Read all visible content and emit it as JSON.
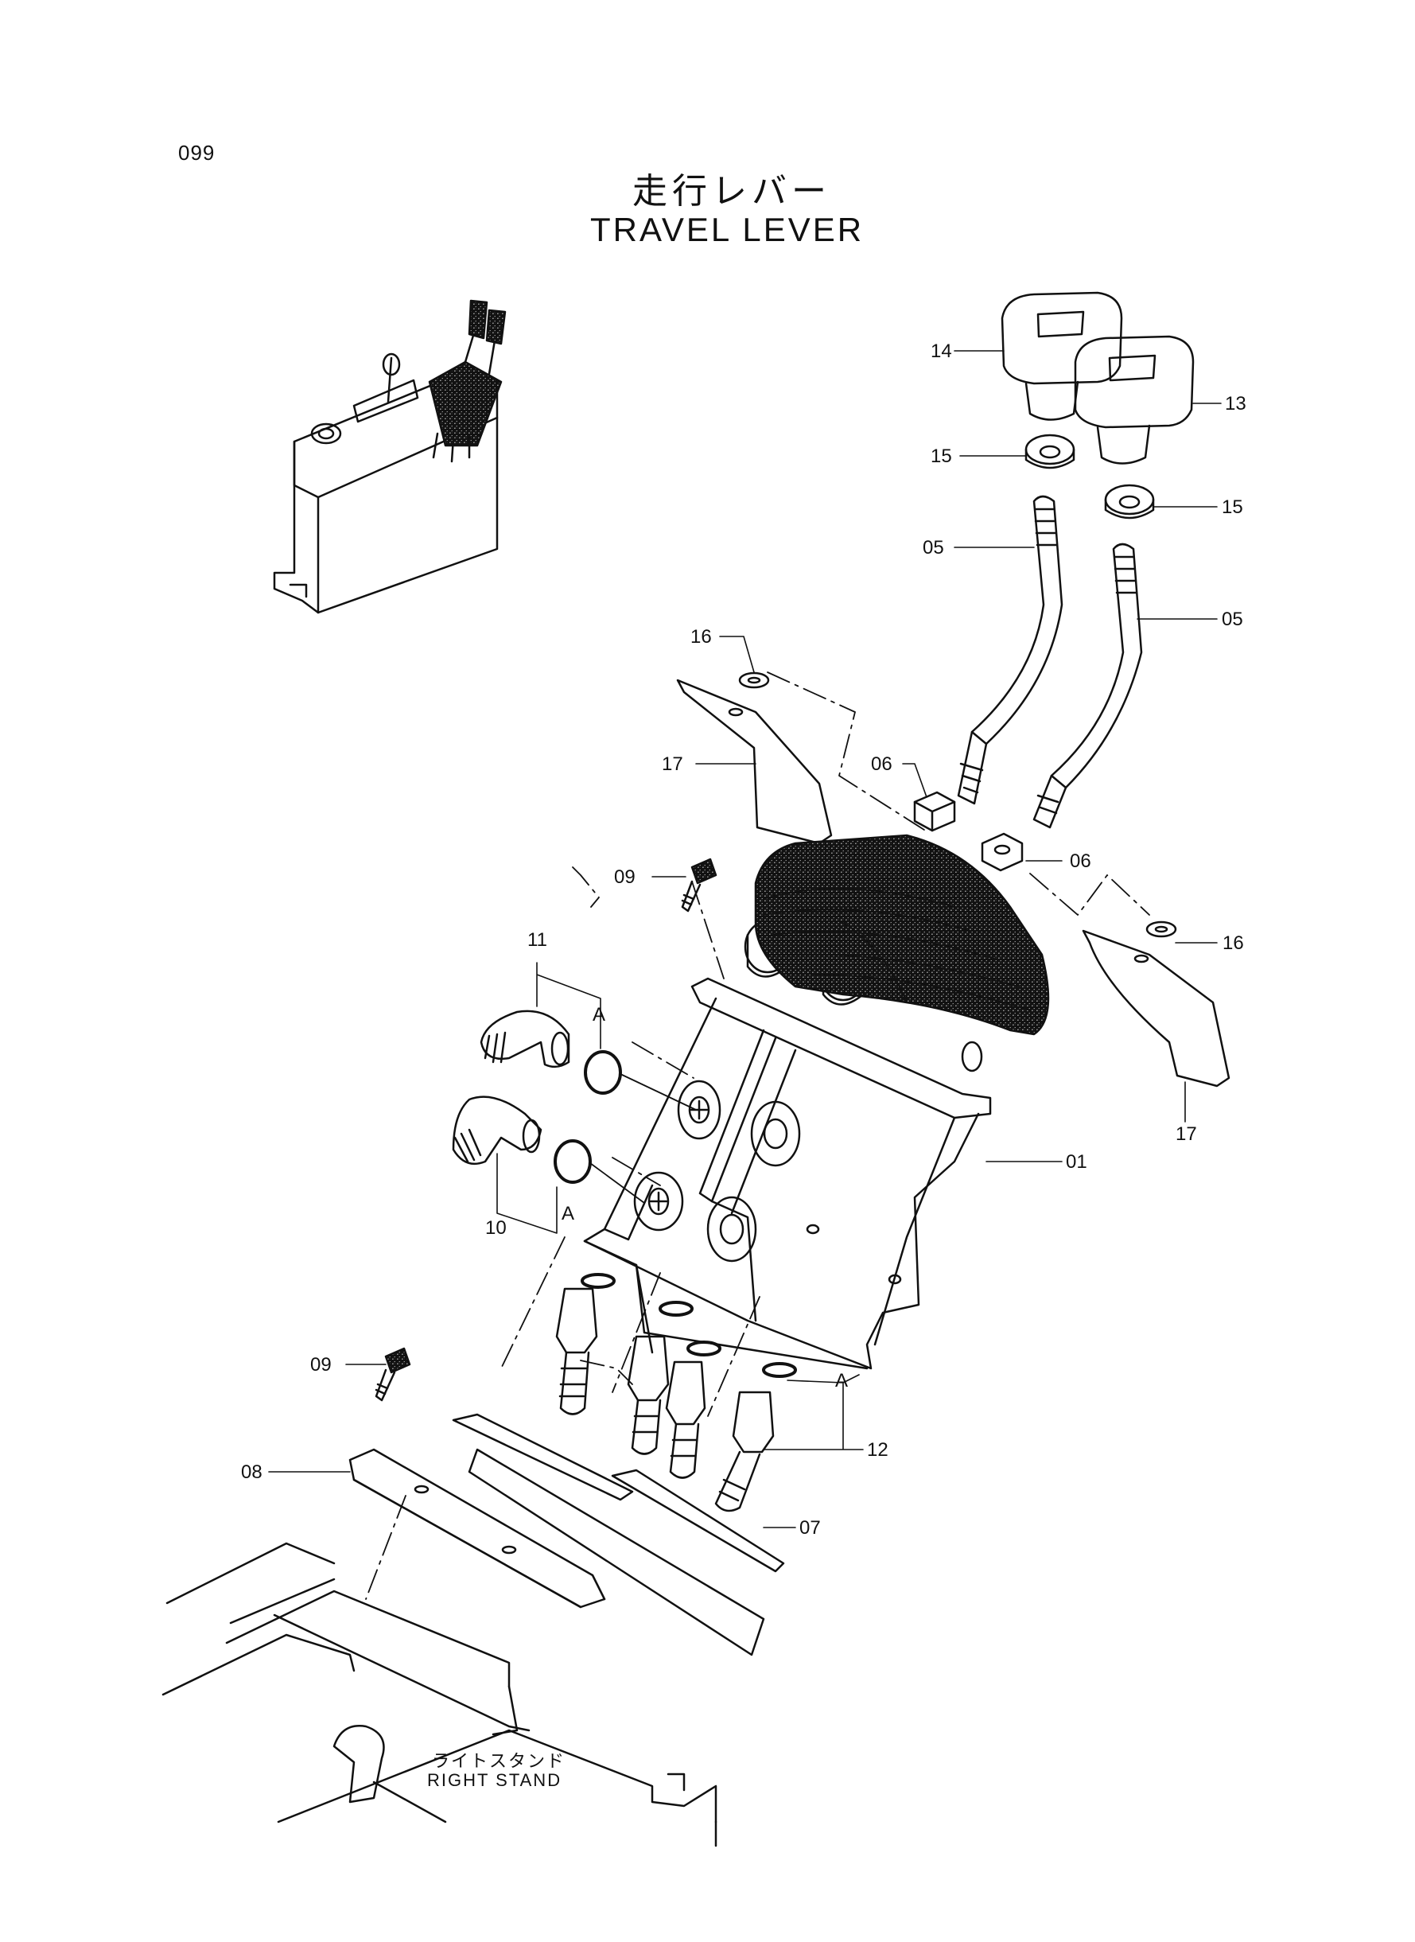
{
  "page_number": "099",
  "title_jp": "走行レバー",
  "title_en": "TRAVEL LEVER",
  "stand_label_jp": "ライトスタンド",
  "stand_label_en": "RIGHT STAND",
  "callouts": {
    "c14": "14",
    "c13": "13",
    "c15a": "15",
    "c15b": "15",
    "c05a": "05",
    "c05b": "05",
    "c16a": "16",
    "c16b": "16",
    "c17a": "17",
    "c17b": "17",
    "c06a": "06",
    "c06b": "06",
    "c09a": "09",
    "c09b": "09",
    "c11": "11",
    "c10": "10",
    "cA1": "A",
    "cA2": "A",
    "cA3": "A",
    "c01": "01",
    "c12": "12",
    "c08": "08",
    "c07": "07"
  }
}
